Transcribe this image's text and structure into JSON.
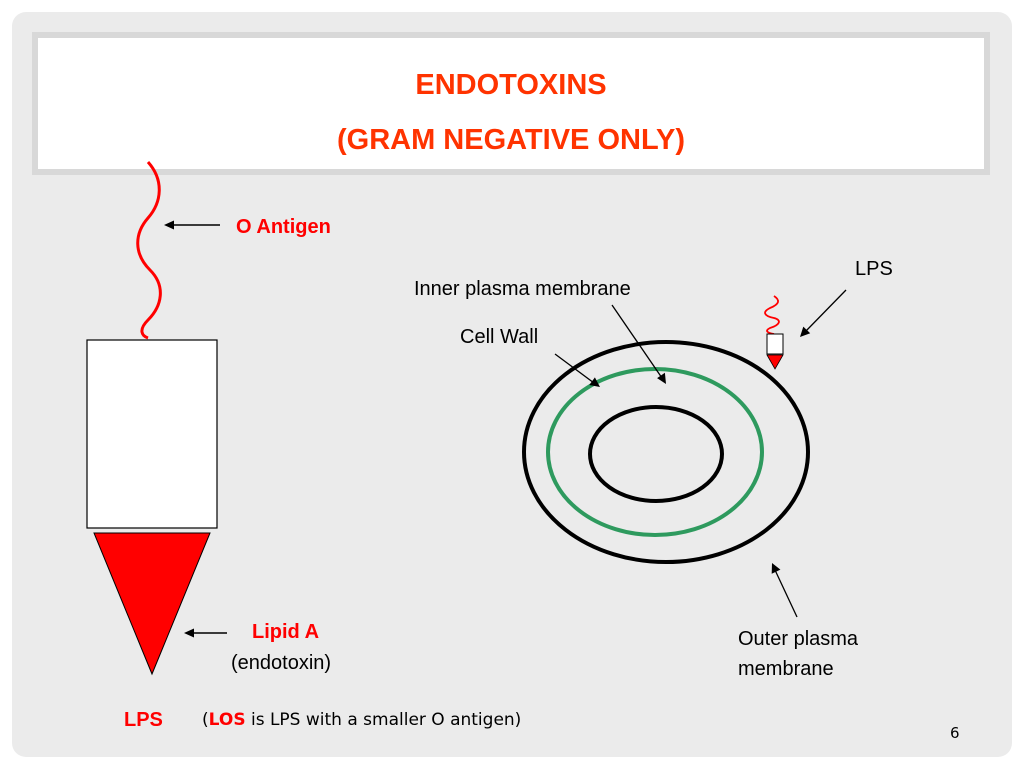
{
  "title": {
    "line1": "ENDOTOXINS",
    "line2": "(GRAM NEGATIVE ONLY)"
  },
  "lps_structure": {
    "o_antigen_label": "O Antigen",
    "lipid_a_label": "Lipid A",
    "endotoxin_label": "(endotoxin)",
    "lps_label": "LPS"
  },
  "cell_diagram": {
    "lps_label": "LPS",
    "inner_membrane_label": "Inner plasma membrane",
    "cell_wall_label": "Cell Wall",
    "outer_membrane_line1": "Outer plasma",
    "outer_membrane_line2": "membrane"
  },
  "footnote": {
    "open_paren": "(",
    "los": "LOS",
    "rest": " is LPS with a smaller O antigen)"
  },
  "page_number": "6",
  "colors": {
    "title": "#ff3300",
    "accent_red": "#ff0000",
    "cell_wall_green": "#2e9a5e"
  }
}
